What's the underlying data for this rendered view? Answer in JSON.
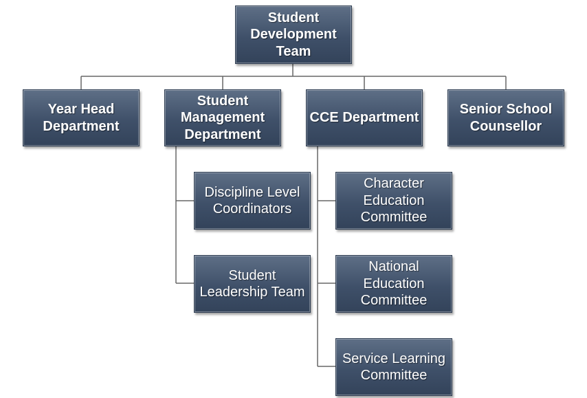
{
  "chart": {
    "root": "Student\nDevelopment\nTeam",
    "departments": {
      "year_head": "Year Head\nDepartment",
      "student_management": "Student\nManagement\nDepartment",
      "cce": "CCE Department",
      "senior_counsellor": "Senior School\nCounsellor"
    },
    "student_management_children": {
      "discipline": "Discipline Level\nCoordinators",
      "leadership": "Student\nLeadership Team"
    },
    "cce_children": {
      "character": "Character\nEducation\nCommittee",
      "national": "National\nEducation\nCommittee",
      "service": "Service Learning\nCommittee"
    }
  },
  "colors": {
    "box_top": "#5e6f86",
    "box_bottom": "#33435a",
    "connector": "#666666",
    "text": "#ffffff"
  }
}
